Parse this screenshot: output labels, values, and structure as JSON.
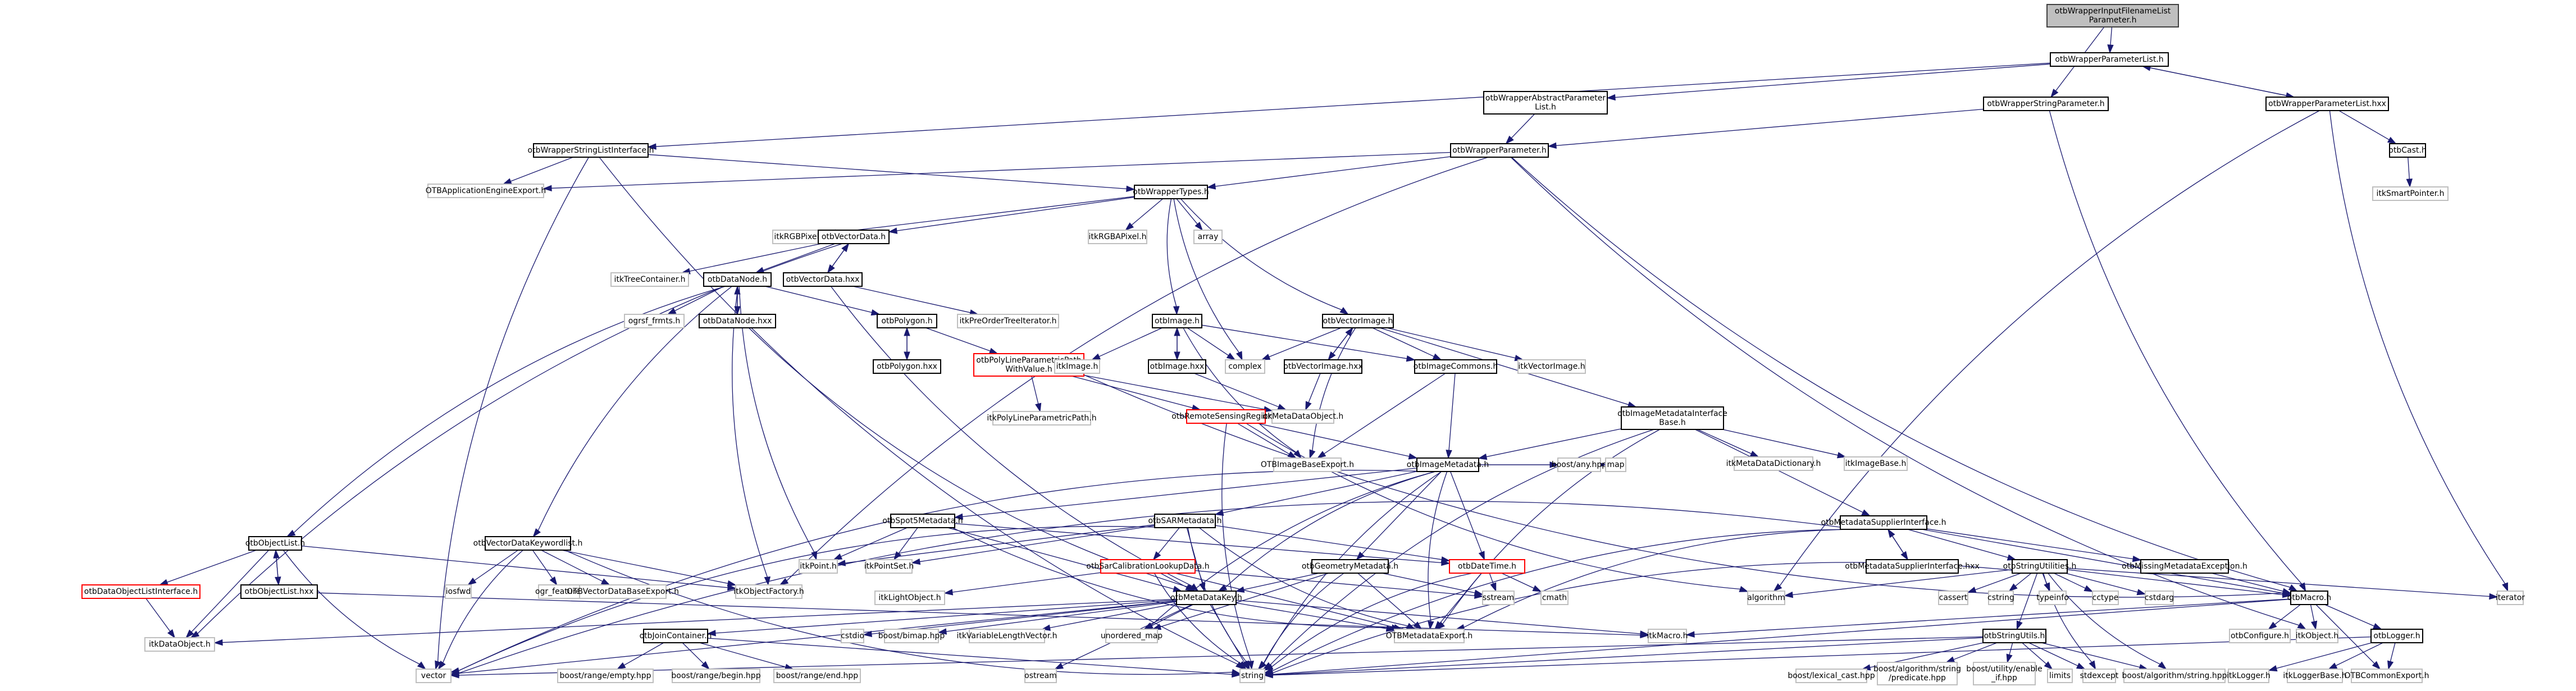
{
  "title": "otbWrapperInputFilenameListParameter.h include dependency graph",
  "colors": {
    "edge": "#191970",
    "root_fill": "#bfbfbf",
    "documented_border": "#000000",
    "external_border": "#bfbfbf",
    "incomplete_border": "#ff0000"
  },
  "nodes": [
    {
      "id": "root",
      "label": "otbWrapperInputFilenameList\nParameter.h",
      "kind": "root"
    },
    {
      "id": "paramList",
      "label": "otbWrapperParameterList.h",
      "kind": "doc"
    },
    {
      "id": "absParamList",
      "label": "otbWrapperAbstractParameter\nList.h",
      "kind": "doc"
    },
    {
      "id": "strParam",
      "label": "otbWrapperStringParameter.h",
      "kind": "doc"
    },
    {
      "id": "paramListHxx",
      "label": "otbWrapperParameterList.hxx",
      "kind": "doc"
    },
    {
      "id": "strListIface",
      "label": "otbWrapperStringListInterface.h",
      "kind": "doc"
    },
    {
      "id": "param",
      "label": "otbWrapperParameter.h",
      "kind": "doc"
    },
    {
      "id": "cast",
      "label": "otbCast.h",
      "kind": "doc"
    },
    {
      "id": "smartPtr",
      "label": "itkSmartPointer.h",
      "kind": "ext"
    },
    {
      "id": "appEngExport",
      "label": "OTBApplicationEngineExport.h",
      "kind": "ext"
    },
    {
      "id": "wrapTypes",
      "label": "otbWrapperTypes.h",
      "kind": "doc"
    },
    {
      "id": "rgbPixel",
      "label": "itkRGBPixel.h",
      "kind": "ext"
    },
    {
      "id": "vectorData",
      "label": "otbVectorData.h",
      "kind": "doc"
    },
    {
      "id": "rgbaPixel",
      "label": "itkRGBAPixel.h",
      "kind": "ext"
    },
    {
      "id": "array",
      "label": "array",
      "kind": "ext"
    },
    {
      "id": "treeCont",
      "label": "itkTreeContainer.h",
      "kind": "ext"
    },
    {
      "id": "dataNode",
      "label": "otbDataNode.h",
      "kind": "doc"
    },
    {
      "id": "vectorDataHxx",
      "label": "otbVectorData.hxx",
      "kind": "doc"
    },
    {
      "id": "ogrsf",
      "label": "ogrsf_frmts.h",
      "kind": "ext"
    },
    {
      "id": "dataNodeHxx",
      "label": "otbDataNode.hxx",
      "kind": "doc"
    },
    {
      "id": "polygon",
      "label": "otbPolygon.h",
      "kind": "doc"
    },
    {
      "id": "preOrder",
      "label": "itkPreOrderTreeIterator.h",
      "kind": "ext"
    },
    {
      "id": "polygonHxx",
      "label": "otbPolygon.hxx",
      "kind": "doc"
    },
    {
      "id": "polyLine",
      "label": "otbPolyLineParametricPath\nWithValue.h",
      "kind": "red"
    },
    {
      "id": "itkPolyLine",
      "label": "itkPolyLineParametricPath.h",
      "kind": "ext"
    },
    {
      "id": "image",
      "label": "otbImage.h",
      "kind": "doc"
    },
    {
      "id": "vecImage",
      "label": "otbVectorImage.h",
      "kind": "doc"
    },
    {
      "id": "itkImage",
      "label": "itkImage.h",
      "kind": "ext"
    },
    {
      "id": "imageHxx",
      "label": "otbImage.hxx",
      "kind": "doc"
    },
    {
      "id": "complex",
      "label": "complex",
      "kind": "ext"
    },
    {
      "id": "vecImageHxx",
      "label": "otbVectorImage.hxx",
      "kind": "doc"
    },
    {
      "id": "imgCommons",
      "label": "otbImageCommons.h",
      "kind": "doc"
    },
    {
      "id": "itkVecImage",
      "label": "itkVectorImage.h",
      "kind": "ext"
    },
    {
      "id": "rsRegion",
      "label": "otbRemoteSensingRegion.h",
      "kind": "red"
    },
    {
      "id": "mdObject",
      "label": "itkMetaDataObject.h",
      "kind": "ext"
    },
    {
      "id": "imgMdIfBase",
      "label": "otbImageMetadataInterface\nBase.h",
      "kind": "doc"
    },
    {
      "id": "imgBaseExport",
      "label": "OTBImageBaseExport.h",
      "kind": "ext"
    },
    {
      "id": "imgMd",
      "label": "otbImageMetadata.h",
      "kind": "doc"
    },
    {
      "id": "mdDict",
      "label": "itkMetaDataDictionary.h",
      "kind": "ext"
    },
    {
      "id": "itkImgBase",
      "label": "itkImageBase.h",
      "kind": "ext"
    },
    {
      "id": "objList",
      "label": "otbObjectList.h",
      "kind": "doc"
    },
    {
      "id": "vdKwList",
      "label": "otbVectorDataKeywordlist.h",
      "kind": "doc"
    },
    {
      "id": "spot5",
      "label": "otbSpot5Metadata.h",
      "kind": "doc"
    },
    {
      "id": "sarMd",
      "label": "otbSARMetadata.h",
      "kind": "doc"
    },
    {
      "id": "boostAny",
      "label": "boost/any.hpp",
      "kind": "ext"
    },
    {
      "id": "map",
      "label": "map",
      "kind": "ext"
    },
    {
      "id": "mdSupIf",
      "label": "otbMetadataSupplierInterface.h",
      "kind": "doc"
    },
    {
      "id": "dataObjListIf",
      "label": "otbDataObjectListInterface.h",
      "kind": "red"
    },
    {
      "id": "objListHxx",
      "label": "otbObjectList.hxx",
      "kind": "doc"
    },
    {
      "id": "iosfwd",
      "label": "iosfwd",
      "kind": "ext"
    },
    {
      "id": "ogrFeature",
      "label": "ogr_feature.h",
      "kind": "ext"
    },
    {
      "id": "vdBaseExport",
      "label": "OTBVectorDataBaseExport.h",
      "kind": "ext"
    },
    {
      "id": "objFactory",
      "label": "itkObjectFactory.h",
      "kind": "ext"
    },
    {
      "id": "itkPoint",
      "label": "itkPoint.h",
      "kind": "ext"
    },
    {
      "id": "itkPointSet",
      "label": "itkPointSet.h",
      "kind": "ext"
    },
    {
      "id": "sarCalib",
      "label": "otbSarCalibrationLookupData.h",
      "kind": "red"
    },
    {
      "id": "geomMd",
      "label": "otbGeometryMetadata.h",
      "kind": "doc"
    },
    {
      "id": "dateTime",
      "label": "otbDateTime.h",
      "kind": "red"
    },
    {
      "id": "mdSupIfHxx",
      "label": "otbMetadataSupplierInterface.hxx",
      "kind": "doc"
    },
    {
      "id": "strUtilities",
      "label": "otbStringUtilities.h",
      "kind": "doc"
    },
    {
      "id": "missingMdExc",
      "label": "otbMissingMetadataException.h",
      "kind": "doc"
    },
    {
      "id": "itkDataObject",
      "label": "itkDataObject.h",
      "kind": "ext"
    },
    {
      "id": "lightObj",
      "label": "itkLightObject.h",
      "kind": "ext"
    },
    {
      "id": "mdKey",
      "label": "otbMetaDataKey.h",
      "kind": "doc"
    },
    {
      "id": "sstream",
      "label": "sstream",
      "kind": "ext"
    },
    {
      "id": "cmath",
      "label": "cmath",
      "kind": "ext"
    },
    {
      "id": "algorithm",
      "label": "algorithm",
      "kind": "ext"
    },
    {
      "id": "cassert",
      "label": "cassert",
      "kind": "ext"
    },
    {
      "id": "cstring",
      "label": "cstring",
      "kind": "ext"
    },
    {
      "id": "typeinfo",
      "label": "typeinfo",
      "kind": "ext"
    },
    {
      "id": "cctype",
      "label": "cctype",
      "kind": "ext"
    },
    {
      "id": "cstdarg",
      "label": "cstdarg",
      "kind": "ext"
    },
    {
      "id": "otbMacro",
      "label": "otbMacro.h",
      "kind": "doc"
    },
    {
      "id": "iterator",
      "label": "iterator",
      "kind": "ext"
    },
    {
      "id": "cstdio",
      "label": "cstdio",
      "kind": "ext"
    },
    {
      "id": "bimap",
      "label": "boost/bimap.hpp",
      "kind": "ext"
    },
    {
      "id": "varLenVec",
      "label": "itkVariableLengthVector.h",
      "kind": "ext"
    },
    {
      "id": "unorderedMap",
      "label": "unordered_map",
      "kind": "ext"
    },
    {
      "id": "mdExport",
      "label": "OTBMetadataExport.h",
      "kind": "ext"
    },
    {
      "id": "itkMacro",
      "label": "itkMacro.h",
      "kind": "ext"
    },
    {
      "id": "joinCont",
      "label": "otbJoinContainer.h",
      "kind": "doc"
    },
    {
      "id": "strUtils",
      "label": "otbStringUtils.h",
      "kind": "doc"
    },
    {
      "id": "configure",
      "label": "otbConfigure.h",
      "kind": "ext"
    },
    {
      "id": "itkObject",
      "label": "itkObject.h",
      "kind": "ext"
    },
    {
      "id": "logger",
      "label": "otbLogger.h",
      "kind": "doc"
    },
    {
      "id": "vector",
      "label": "vector",
      "kind": "ext"
    },
    {
      "id": "rangeEmpty",
      "label": "boost/range/empty.hpp",
      "kind": "ext"
    },
    {
      "id": "rangeBegin",
      "label": "boost/range/begin.hpp",
      "kind": "ext"
    },
    {
      "id": "rangeEnd",
      "label": "boost/range/end.hpp",
      "kind": "ext"
    },
    {
      "id": "ostream",
      "label": "ostream",
      "kind": "ext"
    },
    {
      "id": "string",
      "label": "string",
      "kind": "ext"
    },
    {
      "id": "lexicalCast",
      "label": "boost/lexical_cast.hpp",
      "kind": "ext"
    },
    {
      "id": "predicate",
      "label": "boost/algorithm/string\n/predicate.hpp",
      "kind": "ext"
    },
    {
      "id": "enableIf",
      "label": "boost/utility/enable\n_if.hpp",
      "kind": "ext"
    },
    {
      "id": "limits",
      "label": "limits",
      "kind": "ext"
    },
    {
      "id": "stdexcept",
      "label": "stdexcept",
      "kind": "ext"
    },
    {
      "id": "algoString",
      "label": "boost/algorithm/string.hpp",
      "kind": "ext"
    },
    {
      "id": "itkLogger",
      "label": "itkLogger.h",
      "kind": "ext"
    },
    {
      "id": "itkLoggerBase",
      "label": "itkLoggerBase.h",
      "kind": "ext"
    },
    {
      "id": "commonExport",
      "label": "OTBCommonExport.h",
      "kind": "ext"
    }
  ],
  "edges": [
    [
      "root",
      "paramList"
    ],
    [
      "root",
      "strParam"
    ],
    [
      "paramList",
      "absParamList"
    ],
    [
      "paramList",
      "strListIface"
    ],
    [
      "paramList",
      "paramListHxx"
    ],
    [
      "absParamList",
      "param"
    ],
    [
      "strParam",
      "param"
    ],
    [
      "strParam",
      "otbMacro"
    ],
    [
      "paramListHxx",
      "paramList"
    ],
    [
      "paramListHxx",
      "cast"
    ],
    [
      "paramListHxx",
      "algorithm"
    ],
    [
      "paramListHxx",
      "iterator"
    ],
    [
      "cast",
      "smartPtr"
    ],
    [
      "strListIface",
      "appEngExport"
    ],
    [
      "strListIface",
      "wrapTypes"
    ],
    [
      "strListIface",
      "vector"
    ],
    [
      "strListIface",
      "string"
    ],
    [
      "param",
      "appEngExport"
    ],
    [
      "param",
      "wrapTypes"
    ],
    [
      "param",
      "otbMacro"
    ],
    [
      "param",
      "itkObject"
    ],
    [
      "param",
      "objFactory"
    ],
    [
      "wrapTypes",
      "rgbPixel"
    ],
    [
      "wrapTypes",
      "vectorData"
    ],
    [
      "wrapTypes",
      "rgbaPixel"
    ],
    [
      "wrapTypes",
      "array"
    ],
    [
      "wrapTypes",
      "image"
    ],
    [
      "wrapTypes",
      "vecImage"
    ],
    [
      "wrapTypes",
      "complex"
    ],
    [
      "vectorData",
      "treeCont"
    ],
    [
      "vectorData",
      "dataNode"
    ],
    [
      "vectorData",
      "vectorDataHxx"
    ],
    [
      "vectorData",
      "itkDataObject"
    ],
    [
      "vectorDataHxx",
      "vectorData"
    ],
    [
      "vectorDataHxx",
      "preOrder"
    ],
    [
      "vectorDataHxx",
      "mdKey"
    ],
    [
      "dataNode",
      "ogrsf"
    ],
    [
      "dataNode",
      "dataNodeHxx"
    ],
    [
      "dataNode",
      "polygon"
    ],
    [
      "dataNode",
      "objList"
    ],
    [
      "dataNode",
      "vdKwList"
    ],
    [
      "dataNode",
      "itkPoint"
    ],
    [
      "dataNode",
      "objFactory"
    ],
    [
      "dataNodeHxx",
      "dataNode"
    ],
    [
      "dataNodeHxx",
      "mdKey"
    ],
    [
      "polygon",
      "polygonHxx"
    ],
    [
      "polygon",
      "polyLine"
    ],
    [
      "polygonHxx",
      "polygon"
    ],
    [
      "polyLine",
      "itkPolyLine"
    ],
    [
      "polyLine",
      "rsRegion"
    ],
    [
      "polyLine",
      "mdObject"
    ],
    [
      "polyLine",
      "otbMacro"
    ],
    [
      "image",
      "itkImage"
    ],
    [
      "image",
      "imageHxx"
    ],
    [
      "image",
      "complex"
    ],
    [
      "image",
      "imgCommons"
    ],
    [
      "image",
      "imgBaseExport"
    ],
    [
      "imageHxx",
      "image"
    ],
    [
      "imageHxx",
      "mdObject"
    ],
    [
      "vecImage",
      "complex"
    ],
    [
      "vecImage",
      "vecImageHxx"
    ],
    [
      "vecImage",
      "imgCommons"
    ],
    [
      "vecImage",
      "itkVecImage"
    ],
    [
      "vecImage",
      "imgMdIfBase"
    ],
    [
      "vecImage",
      "imgBaseExport"
    ],
    [
      "vecImageHxx",
      "vecImage"
    ],
    [
      "vecImageHxx",
      "mdObject"
    ],
    [
      "imgCommons",
      "imgBaseExport"
    ],
    [
      "imgCommons",
      "imgMd"
    ],
    [
      "rsRegion",
      "imgBaseExport"
    ],
    [
      "rsRegion",
      "imgMd"
    ],
    [
      "rsRegion",
      "string"
    ],
    [
      "rsRegion",
      "algorithm"
    ],
    [
      "imgMdIfBase",
      "imgMd"
    ],
    [
      "imgMdIfBase",
      "mdDict"
    ],
    [
      "imgMdIfBase",
      "itkImgBase"
    ],
    [
      "imgMdIfBase",
      "mdSupIf"
    ],
    [
      "imgMdIfBase",
      "mdExport"
    ],
    [
      "imgMdIfBase",
      "string"
    ],
    [
      "imgMd",
      "spot5"
    ],
    [
      "imgMd",
      "sarMd"
    ],
    [
      "imgMd",
      "boostAny"
    ],
    [
      "imgMd",
      "map"
    ],
    [
      "imgMd",
      "geomMd"
    ],
    [
      "imgMd",
      "mdKey"
    ],
    [
      "imgMd",
      "dateTime"
    ],
    [
      "imgMd",
      "mdExport"
    ],
    [
      "imgMd",
      "string"
    ],
    [
      "imgMd",
      "vector"
    ],
    [
      "imgMd",
      "unorderedMap"
    ],
    [
      "objList",
      "dataObjListIf"
    ],
    [
      "objList",
      "objListHxx"
    ],
    [
      "objList",
      "itkDataObject"
    ],
    [
      "objList",
      "objFactory"
    ],
    [
      "objList",
      "vector"
    ],
    [
      "objListHxx",
      "objList"
    ],
    [
      "objListHxx",
      "itkMacro"
    ],
    [
      "dataObjListIf",
      "itkDataObject"
    ],
    [
      "vdKwList",
      "iosfwd"
    ],
    [
      "vdKwList",
      "ogrFeature"
    ],
    [
      "vdKwList",
      "vdBaseExport"
    ],
    [
      "vdKwList",
      "objFactory"
    ],
    [
      "vdKwList",
      "vector"
    ],
    [
      "vdKwList",
      "string"
    ],
    [
      "spot5",
      "itkPoint"
    ],
    [
      "spot5",
      "itkPointSet"
    ],
    [
      "spot5",
      "mdKey"
    ],
    [
      "spot5",
      "dateTime"
    ],
    [
      "spot5",
      "mdExport"
    ],
    [
      "sarMd",
      "sarCalib"
    ],
    [
      "sarMd",
      "mdKey"
    ],
    [
      "sarMd",
      "dateTime"
    ],
    [
      "sarMd",
      "itkPoint"
    ],
    [
      "sarMd",
      "itkPointSet"
    ],
    [
      "sarMd",
      "mdExport"
    ],
    [
      "sarMd",
      "string"
    ],
    [
      "sarMd",
      "vector"
    ],
    [
      "sarCalib",
      "mdKey"
    ],
    [
      "sarCalib",
      "lightObj"
    ],
    [
      "sarCalib",
      "mdExport"
    ],
    [
      "sarCalib",
      "sstream"
    ],
    [
      "sarCalib",
      "string"
    ],
    [
      "geomMd",
      "mdKey"
    ],
    [
      "geomMd",
      "sstream"
    ],
    [
      "geomMd",
      "mdExport"
    ],
    [
      "geomMd",
      "string"
    ],
    [
      "geomMd",
      "unorderedMap"
    ],
    [
      "dateTime",
      "sstream"
    ],
    [
      "dateTime",
      "cmath"
    ],
    [
      "dateTime",
      "mdExport"
    ],
    [
      "dateTime",
      "string"
    ],
    [
      "mdSupIf",
      "mdSupIfHxx"
    ],
    [
      "mdSupIf",
      "strUtilities"
    ],
    [
      "mdSupIf",
      "missingMdExc"
    ],
    [
      "mdSupIf",
      "otbMacro"
    ],
    [
      "mdSupIf",
      "mdExport"
    ],
    [
      "mdSupIf",
      "string"
    ],
    [
      "mdSupIf",
      "vector"
    ],
    [
      "mdSupIfHxx",
      "mdSupIf"
    ],
    [
      "strUtilities",
      "cassert"
    ],
    [
      "strUtilities",
      "cstring"
    ],
    [
      "strUtilities",
      "typeinfo"
    ],
    [
      "strUtilities",
      "cctype"
    ],
    [
      "strUtilities",
      "cstdarg"
    ],
    [
      "strUtilities",
      "otbMacro"
    ],
    [
      "strUtilities",
      "iterator"
    ],
    [
      "strUtilities",
      "algorithm"
    ],
    [
      "strUtilities",
      "string"
    ],
    [
      "strUtilities",
      "strUtils"
    ],
    [
      "strUtilities",
      "stdexcept"
    ],
    [
      "strUtilities",
      "algoString"
    ],
    [
      "missingMdExc",
      "otbMacro"
    ],
    [
      "mdKey",
      "cstdio"
    ],
    [
      "mdKey",
      "bimap"
    ],
    [
      "mdKey",
      "varLenVec"
    ],
    [
      "mdKey",
      "unorderedMap"
    ],
    [
      "mdKey",
      "mdExport"
    ],
    [
      "mdKey",
      "string"
    ],
    [
      "mdKey",
      "vector"
    ],
    [
      "mdKey",
      "itkDataObject"
    ],
    [
      "mdKey",
      "joinCont"
    ],
    [
      "mdKey",
      "itkMacro"
    ],
    [
      "mdKey",
      "ostream"
    ],
    [
      "joinCont",
      "rangeEmpty"
    ],
    [
      "joinCont",
      "rangeBegin"
    ],
    [
      "joinCont",
      "rangeEnd"
    ],
    [
      "joinCont",
      "string"
    ],
    [
      "otbMacro",
      "configure"
    ],
    [
      "otbMacro",
      "itkObject"
    ],
    [
      "otbMacro",
      "logger"
    ],
    [
      "otbMacro",
      "itkMacro"
    ],
    [
      "otbMacro",
      "string"
    ],
    [
      "otbMacro",
      "commonExport"
    ],
    [
      "strUtils",
      "lexicalCast"
    ],
    [
      "strUtils",
      "predicate"
    ],
    [
      "strUtils",
      "enableIf"
    ],
    [
      "strUtils",
      "limits"
    ],
    [
      "strUtils",
      "stdexcept"
    ],
    [
      "strUtils",
      "algoString"
    ],
    [
      "strUtils",
      "string"
    ],
    [
      "strUtils",
      "vector"
    ],
    [
      "logger",
      "itkLogger"
    ],
    [
      "logger",
      "itkLoggerBase"
    ],
    [
      "logger",
      "commonExport"
    ],
    [
      "logger",
      "string"
    ]
  ]
}
